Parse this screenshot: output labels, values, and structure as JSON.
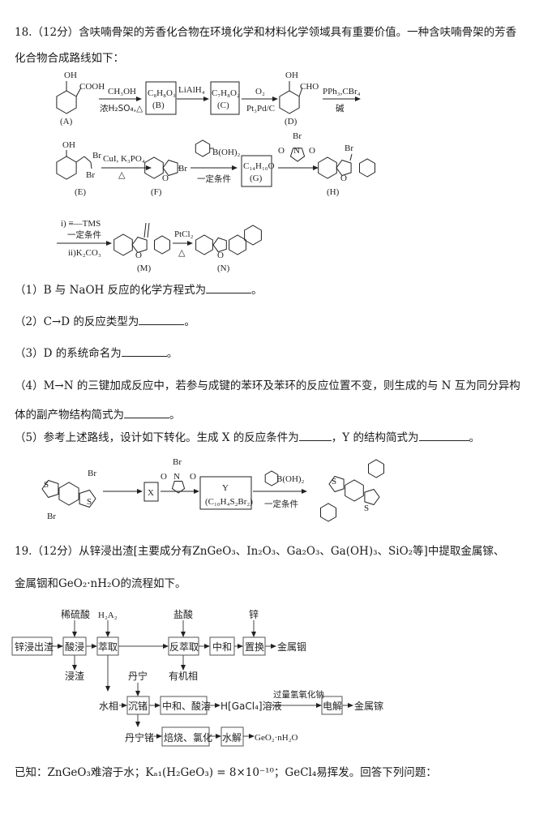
{
  "q18": {
    "line1": "18.（12分）含呋喃骨架的芳香化合物在环境化学和材料化学领域具有重要价值。一种含呋喃骨架的芳香",
    "line2": "化合物合成路线如下：",
    "scheme": {
      "A_sub1": "OH",
      "A_sub2": "COOH",
      "A_label": "(A)",
      "r1_top": "CH₃OH",
      "r1_bot": "浓H₂SO₄,△",
      "B_formula": "C₈H₈O₃",
      "B_label": "(B)",
      "r2_top": "LiAlH₄",
      "C_formula": "C₇H₈O₂",
      "C_label": "(C)",
      "r3_top": "O₂",
      "r3_bot": "Pt₃Pd/C",
      "D_sub1": "OH",
      "D_sub2": "CHO",
      "D_label": "(D)",
      "r4_top": "PPh₃,CBr₄",
      "r4_bot": "碱",
      "E_sub1": "OH",
      "E_br1": "Br",
      "E_br2": "Br",
      "E_label": "(E)",
      "r5_top": "CuI, K₃PO₄",
      "r5_bot": "△",
      "F_br": "Br",
      "F_o": "O",
      "F_label": "(F)",
      "r6_top": "B(OH)₂",
      "r6_bot": "一定条件",
      "G_formula": "C₁₄H₁₀O",
      "G_label": "(G)",
      "nbs_br": "Br",
      "nbs_n": "N",
      "nbs_o": "O",
      "H_br": "Br",
      "H_o": "O",
      "H_label": "(H)",
      "r7_top1": "i) ≡—TMS",
      "r7_top2": "一定条件",
      "r7_bot": "ii)K₂CO₃",
      "M_o": "O",
      "M_label": "(M)",
      "r8_top": "PtCl₂",
      "r8_bot": "△",
      "N_o": "O",
      "N_label": "(N)"
    },
    "questions": [
      "（1）B 与 NaOH 反应的化学方程式为",
      "（2）C→D 的反应类型为",
      "（3）D 的系统命名为",
      "（4）M→N 的三键加成反应中，若参与成键的苯环及苯环的反应位置不变，则生成的与 N 互为同分异构",
      "体的副产物结构简式为",
      "（5）参考上述路线，设计如下转化。生成 X 的反应条件为",
      "，Y 的结构简式为"
    ],
    "period": "。",
    "scheme2": {
      "s1": "S",
      "s2": "S",
      "br1": "Br",
      "br2": "Br",
      "X": "X",
      "Y": "Y",
      "Y_formula": "(C₁₀H₄S₂Br₂)",
      "boronic": "B(OH)₂",
      "cond": "一定条件",
      "p_s1": "S",
      "p_s2": "S"
    }
  },
  "q19": {
    "line1": "19.（12分）从锌浸出渣[主要成分有ZnGeO₃、In₂O₃、Ga₂O₃、Ga(OH)₃、SiO₂等]中提取金属镓、",
    "line2": "金属铟和GeO₂·nH₂O的流程如下。",
    "flow": {
      "b1": "锌浸出渣",
      "b2": "酸浸",
      "b3": "萃取",
      "b4": "反萃取",
      "b5": "中和",
      "b6": "置换",
      "out_in": "金属铟",
      "in_acid": "稀硫酸",
      "in_h2a2": "H₂A₂",
      "in_hcl": "盐酸",
      "in_zn": "锌",
      "out_residue": "浸渣",
      "out_organic": "有机相",
      "aq": "水相",
      "tannin": "丹宁",
      "b7": "沉锗",
      "b8": "中和、酸溶",
      "gacl": "H[GaCl₄]溶液",
      "naoh": "过量氢氧化钠",
      "b9": "电解",
      "out_ga": "金属镓",
      "tannin_ge": "丹宁锗",
      "b10": "焙烧、氯化",
      "b11": "水解",
      "out_geo2": "GeO₂·nH₂O"
    },
    "known": "已知：ZnGeO₃难溶于水；Kₐ₁(H₂GeO₃) = 8×10⁻¹⁰；GeCl₄易挥发。回答下列问题："
  }
}
